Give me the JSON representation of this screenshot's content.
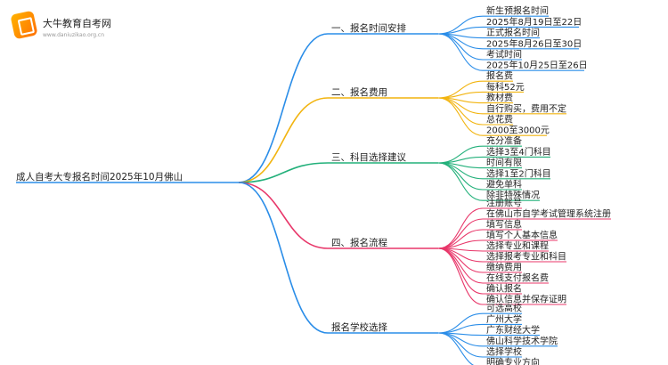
{
  "brand": {
    "name": "大牛教育自考网",
    "url": "www.daniuzikao.org.cn"
  },
  "root": "成人自考大专报名时间2025年10月佛山",
  "branches": [
    {
      "label": "一、报名时间安排",
      "color": "#2a8de8",
      "leaves": [
        "新生预报名时间",
        "2025年8月19日至22日",
        "正式报名时间",
        "2025年8月26日至30日",
        "考试时间",
        "2025年10月25日至26日"
      ]
    },
    {
      "label": "二、报名费用",
      "color": "#f2b40f",
      "leaves": [
        "报名费",
        "每科52元",
        "教材费",
        "自行购买，费用不定",
        "总花费",
        "2000至3000元"
      ]
    },
    {
      "label": "三、科目选择建议",
      "color": "#22b07a",
      "leaves": [
        "充分准备",
        "选择3至4门科目",
        "时间有限",
        "选择1至2门科目",
        "避免单科",
        "除非特殊情况"
      ]
    },
    {
      "label": "四、报名流程",
      "color": "#e8376a",
      "leaves": [
        "注册账号",
        "在佛山市自学考试管理系统注册",
        "填写信息",
        "填写个人基本信息",
        "选择专业和课程",
        "选择报考专业和科目",
        "缴纳费用",
        "在线支付报名费",
        "确认报名",
        "确认信息并保存证明"
      ]
    },
    {
      "label": "报名学校选择",
      "color": "#2a8de8",
      "leaves": [
        "可选高校",
        "广州大学",
        "广东财经大学",
        "佛山科学技术学院",
        "选择学校",
        "明确专业方向"
      ]
    }
  ]
}
